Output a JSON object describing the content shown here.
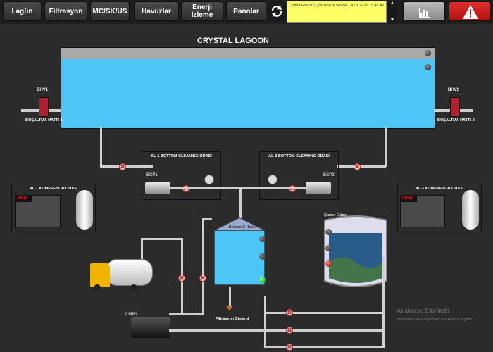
{
  "nav": {
    "items": [
      "Lagün",
      "Filtrasyon",
      "MC/SK/US",
      "Havuzlar",
      "Enerji İzleme",
      "Panolar"
    ]
  },
  "alarm": {
    "message": "Çamur Havuzu Çok Düşük Seviye - 4.01.2022 15:47:42"
  },
  "lagoon": {
    "title": "CRYSTAL LAGOON"
  },
  "valves": {
    "bhv1": "BHV1",
    "bhv2": "BHV2",
    "line1": "BOŞALTMA HATTI-1",
    "line2": "BOŞALTMA HATTI-2"
  },
  "rooms": {
    "al1_bottom": "AL-1 BOTTOM CLEANING ODASI",
    "al3_bottom": "AL-3 BOTTOM CLEANING ODASI",
    "bcp1": "BCP1",
    "bcp2": "BCP2",
    "al1_comp": "AL-1 KOMPRESOR ODASI",
    "al3_comp": "AL-3 KOMPRESOR ODASI",
    "stop": "Stop"
  },
  "tank": {
    "label": "Bottom C. Tank",
    "filtration": "Filtrasyon Sistemi"
  },
  "mud": {
    "label": "Çamur Odası"
  },
  "pump": {
    "label": "CMP1"
  },
  "watermark": {
    "line1": "Windows'u Etkinleştir",
    "line2": "Windows'u etkinleştirmek için Ayarlar'a gidin."
  },
  "colors": {
    "water": "#4dc6f7",
    "alarm_bg": "#ffff66",
    "alarm_button": "#d42020",
    "stop_red": "#e01010"
  },
  "icons": {
    "refresh": "refresh-icon",
    "chart": "bar-chart-icon",
    "warning": "warning-triangle-icon"
  }
}
